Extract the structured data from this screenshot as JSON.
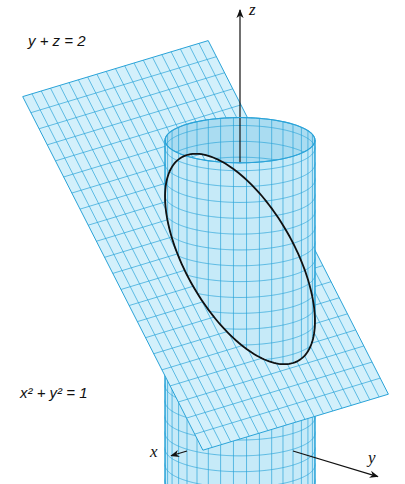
{
  "diagram": {
    "labels": [
      "z",
      "y + z = 2",
      "x² + y² = 1",
      "x",
      "y"
    ]
  }
}
